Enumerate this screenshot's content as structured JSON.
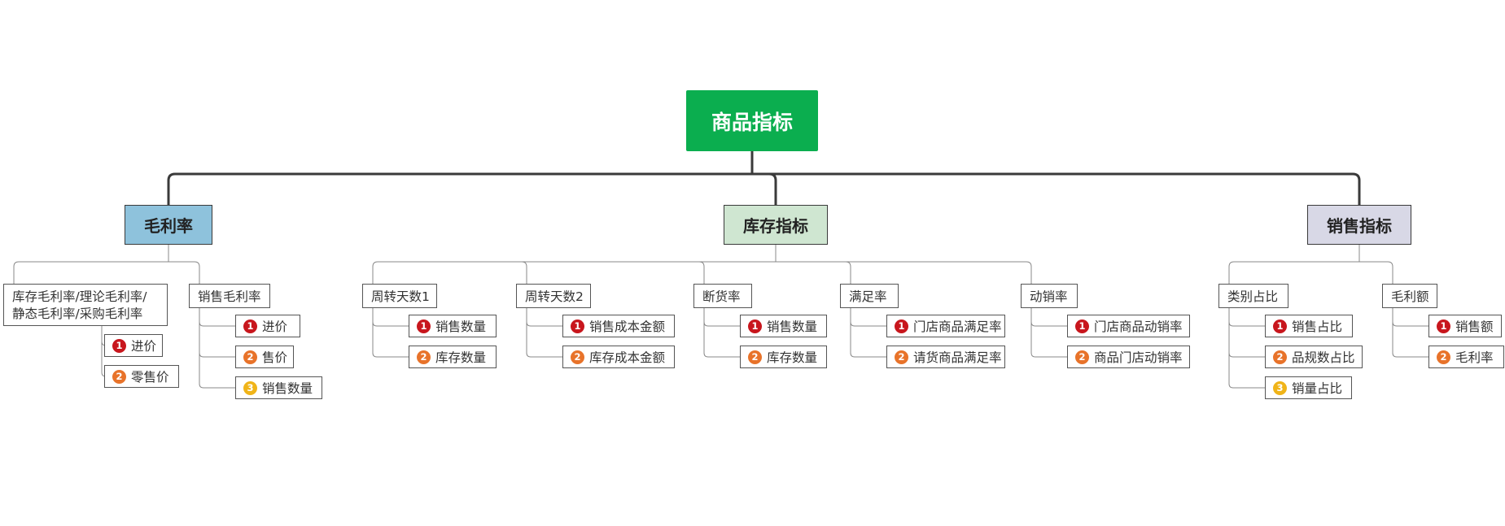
{
  "root": "商品指标",
  "colors": {
    "root": "#0bae4f",
    "badge1": "#c8161d",
    "badge2": "#e8732a",
    "badge3": "#f0b418"
  },
  "branches": [
    {
      "label": "毛利率",
      "color": "#8ec2dc",
      "children": [
        {
          "label": "库存毛利率/理论毛利率/静态毛利率/采购毛利率",
          "items": [
            "进价",
            "零售价"
          ]
        },
        {
          "label": "销售毛利率",
          "items": [
            "进价",
            "售价",
            "销售数量"
          ]
        }
      ]
    },
    {
      "label": "库存指标",
      "color": "#cfe6d1",
      "children": [
        {
          "label": "周转天数1",
          "items": [
            "销售数量",
            "库存数量"
          ]
        },
        {
          "label": "周转天数2",
          "items": [
            "销售成本金额",
            "库存成本金额"
          ]
        },
        {
          "label": "断货率",
          "items": [
            "销售数量",
            "库存数量"
          ]
        },
        {
          "label": "满足率",
          "items": [
            "门店商品满足率",
            "请货商品满足率"
          ]
        },
        {
          "label": "动销率",
          "items": [
            "门店商品动销率",
            "商品门店动销率"
          ]
        }
      ]
    },
    {
      "label": "销售指标",
      "color": "#d8d8e6",
      "children": [
        {
          "label": "类别占比",
          "items": [
            "销售占比",
            "品规数占比",
            "销量占比"
          ]
        },
        {
          "label": "毛利额",
          "items": [
            "销售额",
            "毛利率"
          ]
        }
      ]
    }
  ]
}
